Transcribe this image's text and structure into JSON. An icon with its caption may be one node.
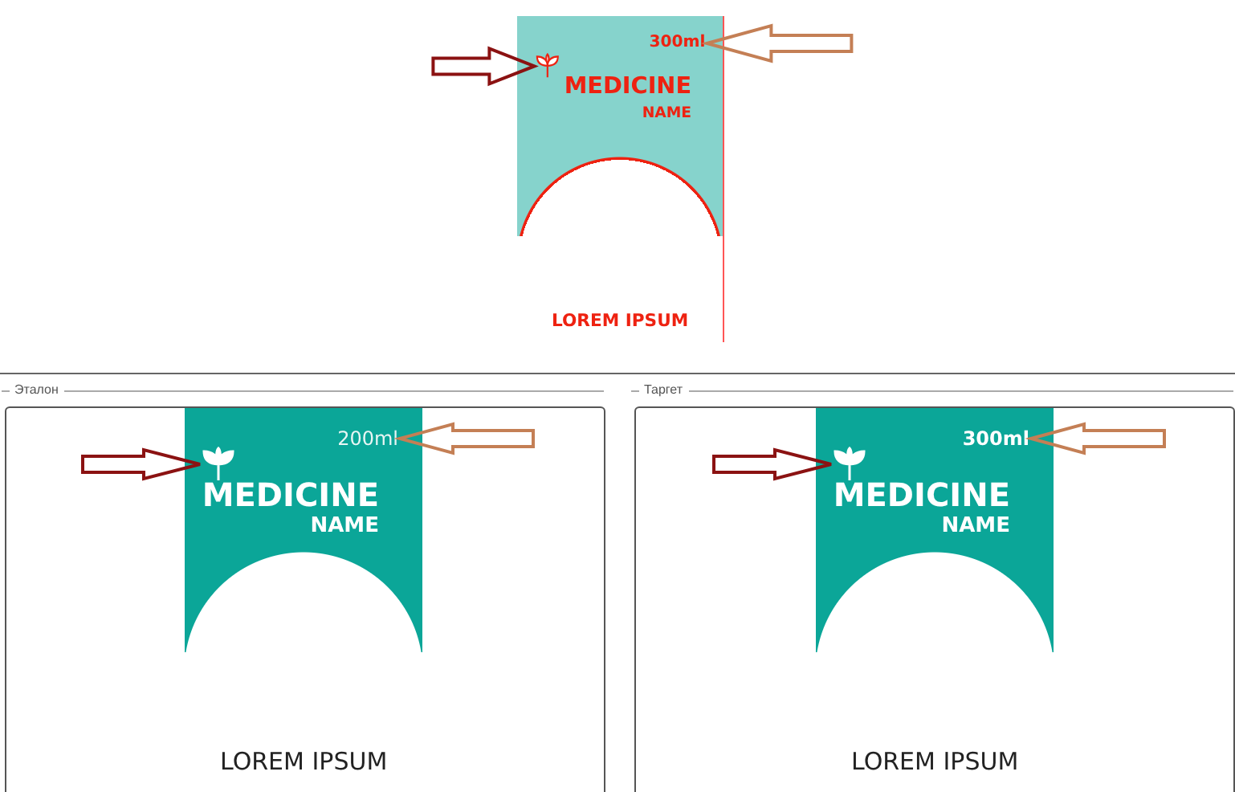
{
  "diagram": {
    "nodes": [
      {
        "text": [
          "MEDICINE",
          "NAME",
          "LOREM IPSUM"
        ]
      },
      {
        "text": [],
        "shape": "picture",
        "in": 0
      },
      {
        "text": [
          "300ml"
        ],
        "in": 0
      },
      {
        "text": [
          "Эталон"
        ]
      },
      {
        "text": [
          "MEDICINE",
          "NAME",
          "LOREM IPSUM"
        ],
        "in": 3
      },
      {
        "text": [],
        "shape": "picture",
        "in": 4
      },
      {
        "text": [
          "200ml"
        ],
        "in": 4
      },
      {
        "text": [
          "Таргет"
        ]
      },
      {
        "text": [
          "MEDICINE",
          "NAME",
          "LOREM IPSUM"
        ],
        "in": 7
      },
      {
        "text": [],
        "shape": "picture",
        "in": 8
      },
      {
        "text": [
          "300ml"
        ],
        "in": 8
      }
    ],
    "edges": [
      {
        "from": null,
        "to": 1,
        "arrow": "to",
        "color": "#8b1212"
      },
      {
        "from": null,
        "to": 2,
        "arrow": "to",
        "color": "#c47f55"
      },
      {
        "from": null,
        "to": 5,
        "arrow": "to",
        "color": "#8b1212"
      },
      {
        "from": null,
        "to": 6,
        "arrow": "to",
        "color": "#c47f55"
      },
      {
        "from": null,
        "to": 9,
        "arrow": "to",
        "color": "#8b1212"
      },
      {
        "from": null,
        "to": 10,
        "arrow": "to",
        "color": "#c47f55"
      }
    ]
  }
}
